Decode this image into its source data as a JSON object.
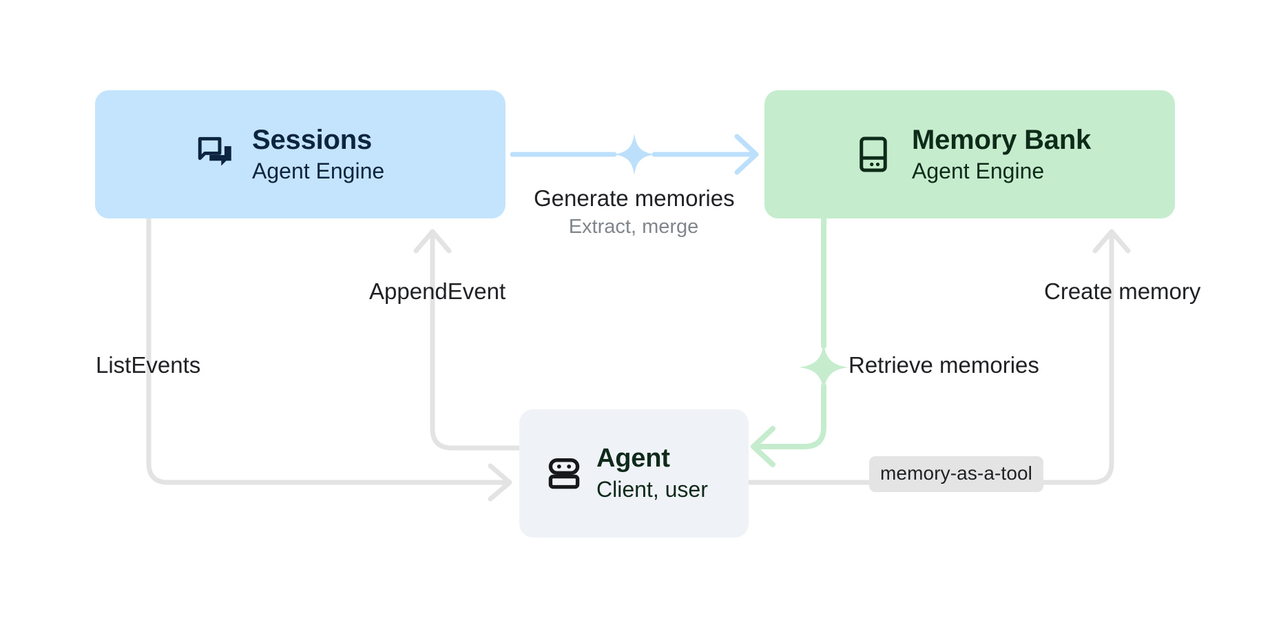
{
  "diagram": {
    "title": "Agent Engine Sessions and Memory Bank flow",
    "background": "#ffffff",
    "nodes": [
      {
        "id": "sessions",
        "title": "Sessions",
        "subtitle": "Agent Engine",
        "icon": "forum-icon",
        "fill": "#c4e3fc",
        "text_color": "#0d2440"
      },
      {
        "id": "memory-bank",
        "title": "Memory Bank",
        "subtitle": "Agent Engine",
        "icon": "database-icon",
        "fill": "#c6ecce",
        "text_color": "#0d2b18"
      },
      {
        "id": "agent",
        "title": "Agent",
        "subtitle": "Client, user",
        "icon": "robot-icon",
        "fill": "#eff2f7",
        "text_color": "#0f2a1a"
      }
    ],
    "edges": [
      {
        "id": "generate-memories",
        "from": "sessions",
        "to": "memory-bank",
        "label": "Generate memories",
        "sublabel": "Extract, merge",
        "color": "#bcdffb",
        "marker": "sparkle-icon"
      },
      {
        "id": "append-event",
        "from": "agent",
        "to": "sessions",
        "label": "AppendEvent",
        "color": "#e3e3e3"
      },
      {
        "id": "list-events",
        "from": "sessions",
        "to": "agent",
        "label": "ListEvents",
        "color": "#e3e3e3"
      },
      {
        "id": "retrieve-memories",
        "from": "memory-bank",
        "to": "agent",
        "label": "Retrieve memories",
        "color": "#c6ecce",
        "marker": "sparkle-icon"
      },
      {
        "id": "create-memory",
        "from": "agent",
        "to": "memory-bank",
        "label": "Create memory",
        "color": "#e3e3e3"
      }
    ],
    "badges": [
      {
        "id": "memory-as-a-tool",
        "label": "memory-as-a-tool",
        "fill": "#e4e4e4",
        "text_color": "#202124"
      }
    ],
    "colors": {
      "label_strong": "#202124",
      "label_muted": "#80868b",
      "edge_gray": "#e3e3e3",
      "edge_blue": "#bcdffb",
      "edge_green": "#c6ecce"
    }
  }
}
